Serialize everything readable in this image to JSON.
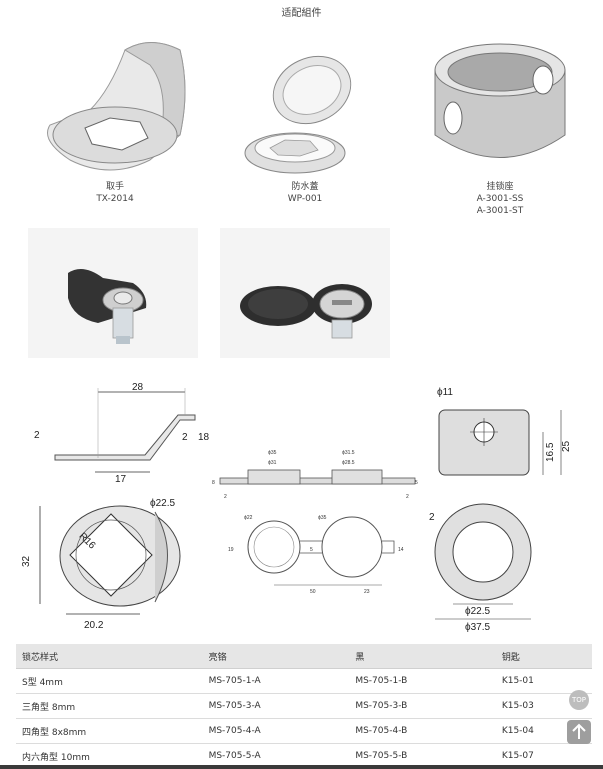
{
  "section_title": "适配組件",
  "accessories": [
    {
      "name": "取手",
      "code": "TX-2014"
    },
    {
      "name": "防水蓋",
      "code": "WP-001"
    },
    {
      "name": "挂锁座",
      "code": "A-3001-SS",
      "code2": "A-3001-ST"
    }
  ],
  "drawings": {
    "handle_side": {
      "w": "28",
      "t": "2",
      "h1": "2",
      "h2": "18",
      "bottom": "17"
    },
    "handle_top": {
      "dia": "22.5",
      "r": "R16",
      "h": "32",
      "w": "20.2"
    },
    "cover_side": {
      "d1": "35",
      "d2": "31",
      "d3": "31.5",
      "d4": "28.5",
      "a": "8",
      "b": "2",
      "c": "2",
      "e": "5"
    },
    "cover_top": {
      "d1": "22",
      "d2": "35",
      "h1": "19",
      "h2": "5",
      "h3": "14",
      "w1": "50",
      "w2": "23"
    },
    "lock_side": {
      "dia": "11",
      "h1": "16.5",
      "h2": "25"
    },
    "lock_top": {
      "t": "2",
      "d1": "22.5",
      "d2": "37.5"
    }
  },
  "table": {
    "headers": [
      "锁芯样式",
      "亮铬",
      "黑",
      "钥匙"
    ],
    "rows": [
      [
        "S型 4mm",
        "MS-705-1-A",
        "MS-705-1-B",
        "K15-01"
      ],
      [
        "三角型 8mm",
        "MS-705-3-A",
        "MS-705-3-B",
        "K15-03"
      ],
      [
        "四角型 8x8mm",
        "MS-705-4-A",
        "MS-705-4-B",
        "K15-04"
      ],
      [
        "内六角型 10mm",
        "MS-705-5-A",
        "MS-705-5-B",
        "K15-07"
      ]
    ]
  },
  "nav": {
    "top_label": "TOP"
  }
}
